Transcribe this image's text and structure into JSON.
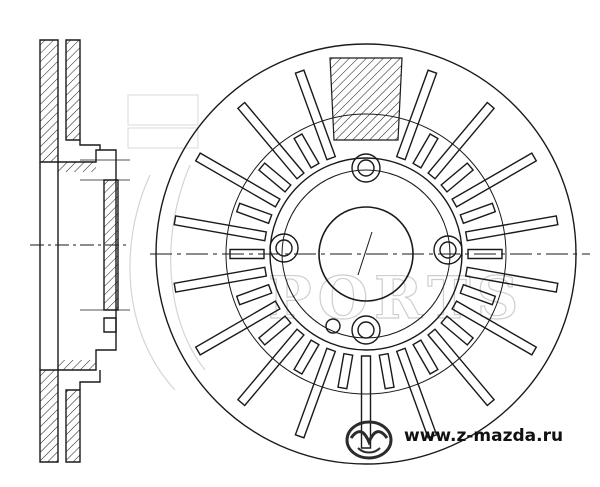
{
  "drawing": {
    "subject": "ventilated brake disc technical drawing",
    "views": [
      "side-section",
      "front"
    ],
    "front_view": {
      "ventilation_slots": 36,
      "bolt_holes": 4,
      "small_pin_holes": 1
    },
    "colors": {
      "line": "#1a1a1a",
      "watermark": "#c9c9c9"
    }
  },
  "watermark": {
    "text": "PORTS"
  },
  "footer": {
    "logo_icon": "mazda-logo-icon",
    "site_url": "www.z-mazda.ru"
  }
}
